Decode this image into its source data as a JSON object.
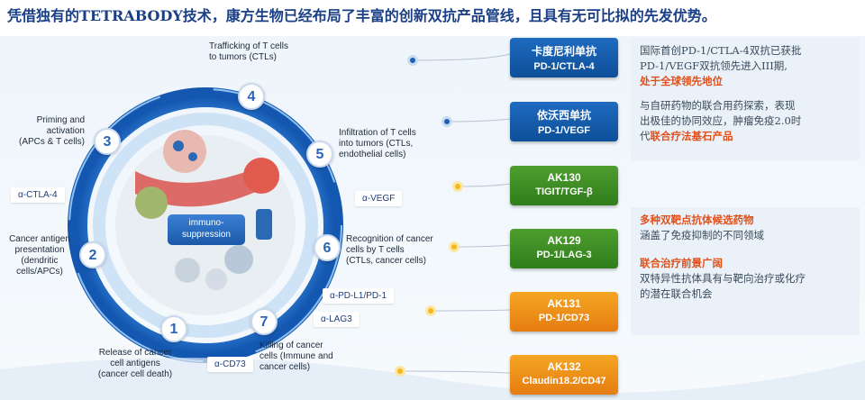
{
  "headline": "凭借独有的TETRABODY技术，康方生物已经布局了丰富的创新双抗产品管线，且具有无可比拟的先发优势。",
  "cycle": {
    "center_label": "immuno-\nsuppression",
    "steps": [
      {
        "num": "1",
        "label": "Release of cancer\ncell antigens\n(cancer cell death)"
      },
      {
        "num": "2",
        "label": "Cancer antigen\npresentation\n(dendritic\ncells/APCs)"
      },
      {
        "num": "3",
        "label": "Priming and\nactivation\n(APCs & T cells)"
      },
      {
        "num": "4",
        "label": "Trafficking of T cells\nto tumors (CTLs)"
      },
      {
        "num": "5",
        "label": "Infiltration of T cells\ninto tumors (CTLs,\nendothelial cells)"
      },
      {
        "num": "6",
        "label": "Recognition of cancer\ncells by T cells\n(CTLs, cancer cells)"
      },
      {
        "num": "7",
        "label": "Killing of cancer\ncells (Immune and\ncancer cells)"
      }
    ],
    "targets": [
      "α-CTLA-4",
      "α-VEGF",
      "α-PD-L1/PD-1",
      "α-LAG3",
      "α-CD73"
    ]
  },
  "pipeline": [
    {
      "name": "卡度尼利单抗",
      "target": "PD-1/CTLA-4",
      "color": "blue"
    },
    {
      "name": "依沃西单抗",
      "target": "PD-1/VEGF",
      "color": "blue"
    },
    {
      "name": "AK130",
      "target": "TIGIT/TGF-β",
      "color": "green"
    },
    {
      "name": "AK129",
      "target": "PD-1/LAG-3",
      "color": "green"
    },
    {
      "name": "AK131",
      "target": "PD-1/CD73",
      "color": "orange"
    },
    {
      "name": "AK132",
      "target": "Claudin18.2/CD47",
      "color": "orange"
    }
  ],
  "panel_top": {
    "line1": "国际首创PD-1/CTLA-4双抗已获批",
    "line2": "PD-1/VEGF双抗领先进入III期,",
    "line3": "处于全球领先地位",
    "line4": "与自研药物的联合用药探索，表现",
    "line5": "出极佳的协同效应，肿瘤免疫2.0时",
    "line6_prefix": "代",
    "line6_highlight": "联合疗法基石产品"
  },
  "panel_bottom": {
    "head1": "多种双靶点抗体候选药物",
    "text1": "涵盖了免疫抑制的不同领域",
    "head2": "联合治疗前景广阔",
    "text2a": "双特异性抗体具有与靶向治疗或化疗",
    "text2b": "的潜在联合机会"
  },
  "colors": {
    "blue": "#1d5fb4",
    "green": "#3f8f25",
    "orange": "#ef8f18",
    "highlight": "#e0501a"
  }
}
